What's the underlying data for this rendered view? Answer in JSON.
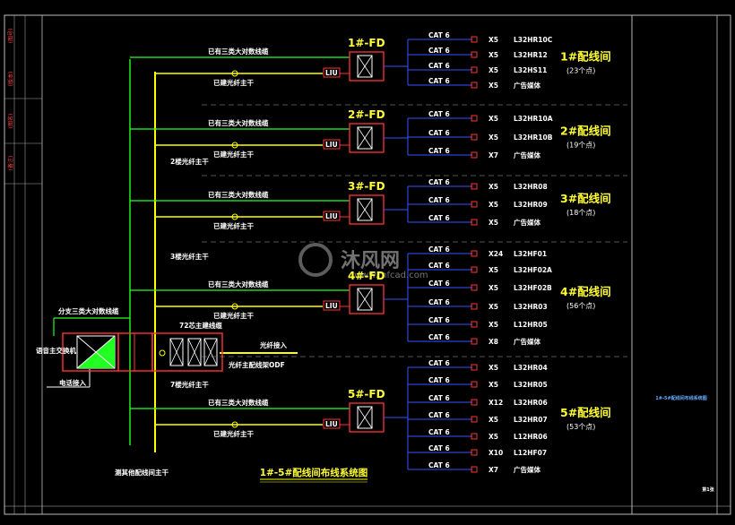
{
  "diagram": {
    "title": "1#-5#配线间布线系统图",
    "watermark": {
      "brand": "沐风网",
      "url": "www.mfcad.com"
    },
    "switch_label": "语音主交换机",
    "branch_label": "分支三类大对数线缆",
    "phone_in": "电话接入",
    "fiber_in": "光纤接入",
    "backbone_label": "72芯主建线缆",
    "fiber_main_label": "光纤主配线架ODF",
    "bottom_label": "测其他配线间主干",
    "lbl_copper": "已有三类大对数线缆",
    "lbl_fiber": "已建光纤主干",
    "lbl_lio": "LIU",
    "lbl_fiber_2": "2楼光纤主干",
    "lbl_fiber_3": "3楼光纤主干",
    "lbl_fiber_7": "7楼光纤主干",
    "right_note": "1#-5#配线间布线系统图",
    "sheet_no": "第1张",
    "closets": [
      {
        "fd": "1#-FD",
        "room": "1#配线间",
        "points": "(23个点)",
        "rows": [
          {
            "cable": "CAT 6",
            "count": "X5",
            "panel": "L32HR10C"
          },
          {
            "cable": "CAT 6",
            "count": "X5",
            "panel": "L32HR12"
          },
          {
            "cable": "CAT 6",
            "count": "X5",
            "panel": "L32HS11"
          },
          {
            "cable": "CAT 6",
            "count": "X5",
            "panel": "广告媒体"
          }
        ]
      },
      {
        "fd": "2#-FD",
        "room": "2#配线间",
        "points": "(19个点)",
        "rows": [
          {
            "cable": "CAT 6",
            "count": "X5",
            "panel": "L32HR10A"
          },
          {
            "cable": "CAT 6",
            "count": "X5",
            "panel": "L32HR10B"
          },
          {
            "cable": "CAT 6",
            "count": "X7",
            "panel": "广告媒体"
          }
        ]
      },
      {
        "fd": "3#-FD",
        "room": "3#配线间",
        "points": "(18个点)",
        "rows": [
          {
            "cable": "CAT 6",
            "count": "X5",
            "panel": "L32HR08"
          },
          {
            "cable": "CAT 6",
            "count": "X5",
            "panel": "L32HR09"
          },
          {
            "cable": "CAT 6",
            "count": "X5",
            "panel": "广告媒体"
          }
        ]
      },
      {
        "fd": "4#-FD",
        "room": "4#配线间",
        "points": "(56个点)",
        "rows": [
          {
            "cable": "CAT 6",
            "count": "X24",
            "panel": "L32HF01"
          },
          {
            "cable": "CAT 6",
            "count": "X5",
            "panel": "L32HF02A"
          },
          {
            "cable": "CAT 6",
            "count": "X5",
            "panel": "L32HF02B"
          },
          {
            "cable": "CAT 6",
            "count": "X5",
            "panel": "L32HR03"
          },
          {
            "cable": "CAT 6",
            "count": "X5",
            "panel": "L12HR05"
          },
          {
            "cable": "CAT 6",
            "count": "X8",
            "panel": "广告媒体"
          }
        ]
      },
      {
        "fd": "5#-FD",
        "room": "5#配线间",
        "points": "(53个点)",
        "rows": [
          {
            "cable": "CAT 6",
            "count": "X5",
            "panel": "L32HR04"
          },
          {
            "cable": "CAT 6",
            "count": "X5",
            "panel": "L32HR05"
          },
          {
            "cable": "CAT 6",
            "count": "X12",
            "panel": "L32HR06"
          },
          {
            "cable": "CAT 6",
            "count": "X5",
            "panel": "L32HR07"
          },
          {
            "cable": "CAT 6",
            "count": "X5",
            "panel": "L12HR06"
          },
          {
            "cable": "CAT 6",
            "count": "X10",
            "panel": "L12HF07"
          },
          {
            "cable": "CAT 6",
            "count": "X7",
            "panel": "广告媒体"
          }
        ]
      }
    ],
    "side_labels": [
      "(图号)",
      "(版本)",
      "(图名)",
      "(备注)"
    ]
  }
}
